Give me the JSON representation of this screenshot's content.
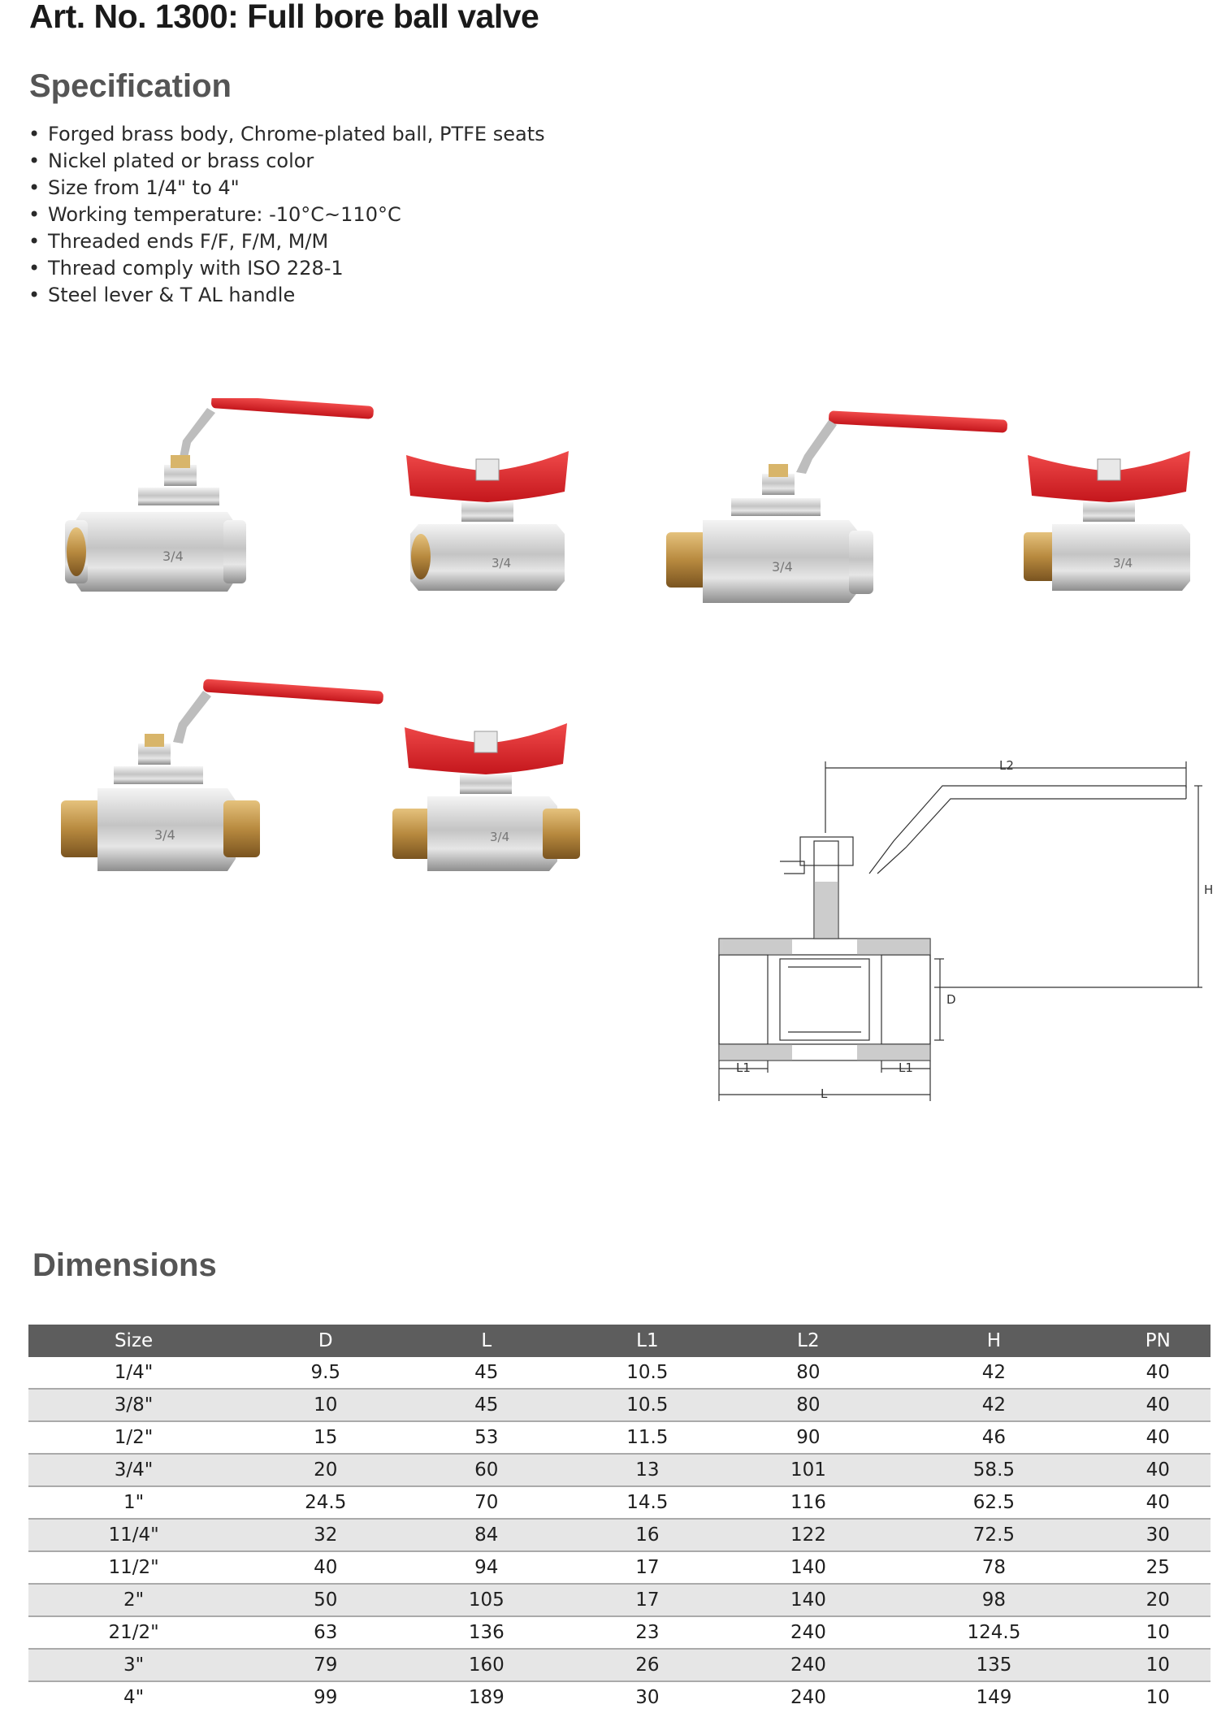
{
  "title": "Art. No. 1300: Full bore ball valve",
  "specification": {
    "heading": "Specification",
    "items": [
      "Forged brass body, Chrome-plated ball, PTFE seats",
      "Nickel plated or brass color",
      "Size from 1/4\" to 4\"",
      "Working temperature: -10°C~110°C",
      "Threaded ends F/F, F/M, M/M",
      "Thread comply with ISO 228-1",
      "Steel lever & T AL handle"
    ]
  },
  "colors": {
    "handle": "#e0262b",
    "body": "#cfcfcf",
    "brass": "#c99a4c",
    "header": "#5d5d5d",
    "row_alt": "#e6e6e6"
  },
  "drawing_labels": {
    "l2": "L2",
    "h": "H",
    "d": "D",
    "l1_left": "L1",
    "l1_right": "L1",
    "l": "L"
  },
  "dimensions": {
    "heading": "Dimensions",
    "columns": [
      "Size",
      "D",
      "L",
      "L1",
      "L2",
      "H",
      "PN"
    ],
    "rows": [
      [
        "1/4\"",
        "9.5",
        "45",
        "10.5",
        "80",
        "42",
        "40"
      ],
      [
        "3/8\"",
        "10",
        "45",
        "10.5",
        "80",
        "42",
        "40"
      ],
      [
        "1/2\"",
        "15",
        "53",
        "11.5",
        "90",
        "46",
        "40"
      ],
      [
        "3/4\"",
        "20",
        "60",
        "13",
        "101",
        "58.5",
        "40"
      ],
      [
        "1\"",
        "24.5",
        "70",
        "14.5",
        "116",
        "62.5",
        "40"
      ],
      [
        "11/4\"",
        "32",
        "84",
        "16",
        "122",
        "72.5",
        "30"
      ],
      [
        "11/2\"",
        "40",
        "94",
        "17",
        "140",
        "78",
        "25"
      ],
      [
        "2\"",
        "50",
        "105",
        "17",
        "140",
        "98",
        "20"
      ],
      [
        "21/2\"",
        "63",
        "136",
        "23",
        "240",
        "124.5",
        "10"
      ],
      [
        "3\"",
        "79",
        "160",
        "26",
        "240",
        "135",
        "10"
      ],
      [
        "4\"",
        "99",
        "189",
        "30",
        "240",
        "149",
        "10"
      ]
    ]
  }
}
